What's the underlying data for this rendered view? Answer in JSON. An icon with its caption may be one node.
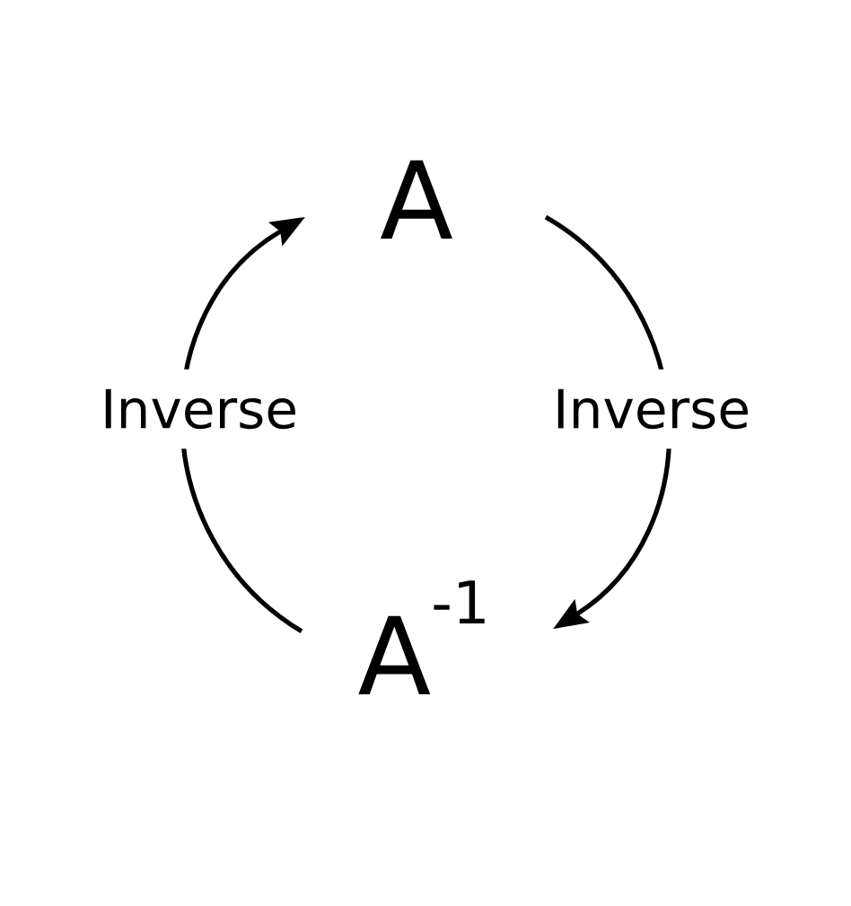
{
  "diagram": {
    "nodes": [
      {
        "text": [
          "A"
        ]
      },
      {
        "text": [
          "A$^{-1}$"
        ]
      }
    ],
    "edges": [
      {
        "from": 0,
        "to": 1,
        "arrow": "to",
        "label": "Inverse"
      },
      {
        "from": 1,
        "to": 0,
        "arrow": "to",
        "label": "Inverse"
      }
    ]
  }
}
